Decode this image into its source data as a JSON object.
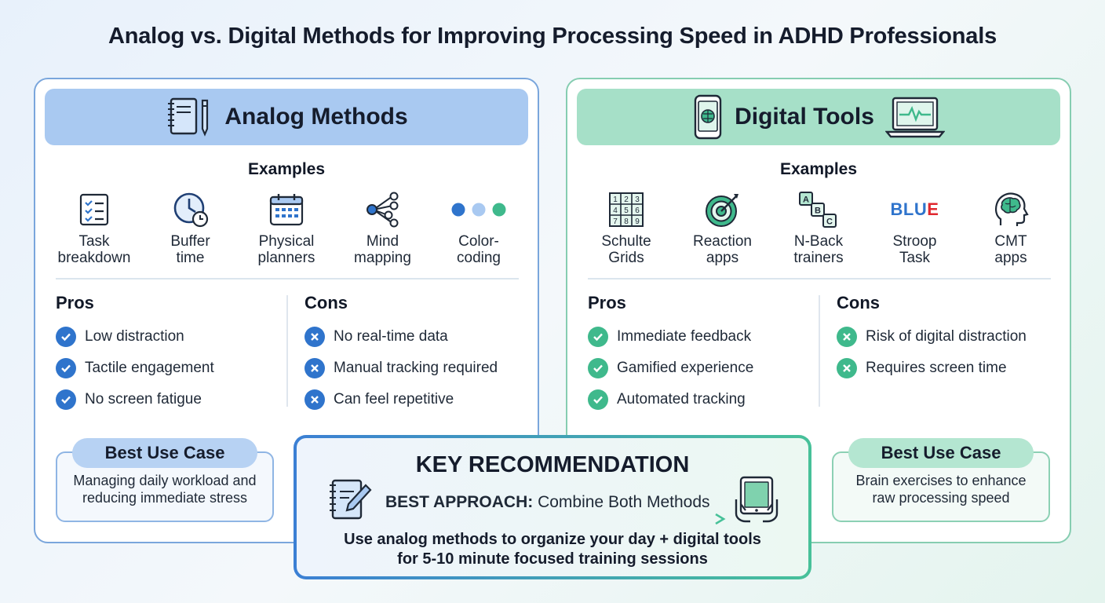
{
  "title": "Analog vs. Digital Methods for Improving Processing Speed in ADHD Professionals",
  "colors": {
    "analog_accent": "#2f74cc",
    "digital_accent": "#3fb98c"
  },
  "analog": {
    "heading": "Analog Methods",
    "examples_title": "Examples",
    "examples": [
      {
        "line1": "Task",
        "line2": "breakdown",
        "icon": "checklist-icon"
      },
      {
        "line1": "Buffer",
        "line2": "time",
        "icon": "clock-icon"
      },
      {
        "line1": "Physical",
        "line2": "planners",
        "icon": "calendar-icon"
      },
      {
        "line1": "Mind",
        "line2": "mapping",
        "icon": "mind-map-icon"
      },
      {
        "line1": "Color-",
        "line2": "coding",
        "icon": "color-dots-icon"
      }
    ],
    "pros_title": "Pros",
    "pros": [
      "Low distraction",
      "Tactile engagement",
      "No screen fatigue"
    ],
    "cons_title": "Cons",
    "cons": [
      "No real-time data",
      "Manual tracking required",
      "Can feel repetitive"
    ],
    "use_case_title": "Best Use Case",
    "use_case_line1": "Managing daily workload and",
    "use_case_line2": "reducing immediate stress"
  },
  "digital": {
    "heading": "Digital Tools",
    "examples_title": "Examples",
    "examples": [
      {
        "line1": "Schulte",
        "line2": "Grids",
        "icon": "grid-icon"
      },
      {
        "line1": "Reaction",
        "line2": "apps",
        "icon": "target-icon"
      },
      {
        "line1": "N-Back",
        "line2": "trainers",
        "icon": "abc-blocks-icon"
      },
      {
        "line1": "Stroop",
        "line2": "Task",
        "icon": "stroop-word-icon"
      },
      {
        "line1": "CMT",
        "line2": "apps",
        "icon": "brain-head-icon"
      }
    ],
    "stroop_word_a": "BLU",
    "stroop_word_b": "E",
    "schulte_numbers": [
      "1",
      "2",
      "3",
      "4",
      "5",
      "6",
      "7",
      "8",
      "9"
    ],
    "nback_letters": [
      "A",
      "B",
      "C"
    ],
    "pros_title": "Pros",
    "pros": [
      "Immediate feedback",
      "Gamified experience",
      "Automated tracking"
    ],
    "cons_title": "Cons",
    "cons": [
      "Risk of digital distraction",
      "Requires screen time"
    ],
    "use_case_title": "Best Use Case",
    "use_case_line1": "Brain exercises to enhance",
    "use_case_line2": "raw processing speed"
  },
  "key": {
    "title": "KEY RECOMMENDATION",
    "approach_label": "BEST APPROACH:",
    "approach_text": " Combine Both Methods",
    "line1": "Use analog methods to organize your day + digital tools",
    "line2": "for 5-10 minute focused training sessions"
  }
}
